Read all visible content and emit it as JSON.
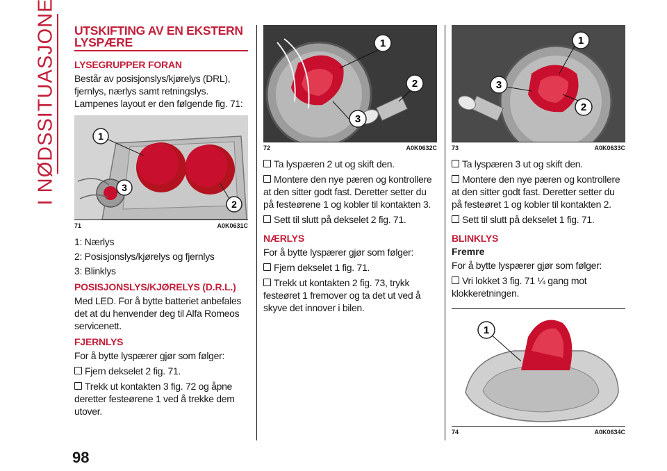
{
  "side_tab": "I NØDSSITUASJONER",
  "page_number": "98",
  "col1": {
    "title_line1": "UTSKIFTING AV EN EKSTERN",
    "title_line2": "LYSPÆRE",
    "lysegrupper_head": "LYSEGRUPPER FORAN",
    "lysegrupper_text": "Består av posisjonslys/kjørelys (DRL), fjernlys, nærlys samt retningslys. Lampenes layout er den følgende fig. 71:",
    "fig71": {
      "number": "71",
      "code": "A0K0631C",
      "callouts": [
        "1",
        "2",
        "3"
      ]
    },
    "legend": [
      "1: Nærlys",
      "2: Posisjonslys/kjørelys og fjernlys",
      "3: Blinklys"
    ],
    "drl_head": "POSISJONSLYS/KJØRELYS (D.R.L.)",
    "drl_text": "Med LED. For å bytte batteriet anbefales det at du henvender deg til Alfa Romeos servicenett.",
    "fjernlys_head": "FJERNLYS",
    "fjernlys_intro": "For å bytte lyspærer gjør som følger:",
    "fjernlys_steps": [
      "Fjern dekselet 2 fig. 71.",
      "Trekk ut kontakten 3 fig. 72 og åpne deretter festeørene 1 ved å trekke dem utover."
    ]
  },
  "col2": {
    "fig72": {
      "number": "72",
      "code": "A0K0632C",
      "callouts": [
        "1",
        "2",
        "3"
      ]
    },
    "steps_top": [
      "Ta lyspæren 2 ut og skift den.",
      "Montere den nye pæren og kontrollere at den sitter godt fast. Deretter setter du på festeørene 1 og kobler til kontakten 3.",
      "Sett til slutt på dekselet 2 fig. 71."
    ],
    "naerlys_head": "NÆRLYS",
    "naerlys_intro": "For å bytte lyspærer gjør som følger:",
    "naerlys_steps": [
      "Fjern dekselet 1 fig. 71.",
      "Trekk ut kontakten 2 fig. 73, trykk festeøret 1 fremover og ta det ut ved å skyve det innover i bilen."
    ]
  },
  "col3": {
    "fig73": {
      "number": "73",
      "code": "A0K0633C",
      "callouts": [
        "1",
        "2",
        "3"
      ]
    },
    "steps_top": [
      "Ta lyspæren 3 ut og skift den.",
      "Montere den nye pæren og kontrollere at den sitter godt fast. Deretter setter du på festeøret 1 og kobler til kontakten 2.",
      "Sett til slutt på dekselet 1 fig. 71."
    ],
    "blinklys_head": "BLINKLYS",
    "fremre_head": "Fremre",
    "blinklys_intro": "For å bytte lyspærer gjør som følger:",
    "blinklys_steps": [
      "Vri lokket 3 fig. 71 ¼ gang mot klokkeretningen."
    ],
    "fig74": {
      "number": "74",
      "code": "A0K0634C",
      "callouts": [
        "1"
      ]
    }
  },
  "colors": {
    "accent": "#c21f3a",
    "figure_bg": "#d4d4d4",
    "highlight_red": "#c8102e"
  }
}
